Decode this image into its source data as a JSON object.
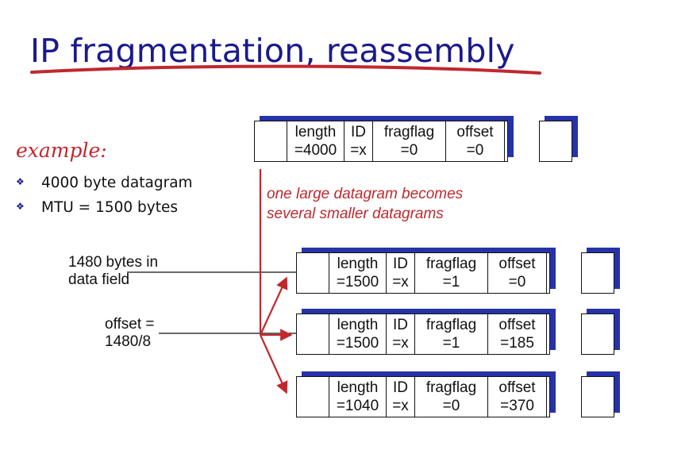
{
  "slide": {
    "title": "IP fragmentation, reassembly",
    "example_label": "example:",
    "bullets": [
      "4000 byte datagram",
      "MTU = 1500 bytes"
    ],
    "note": [
      "one large datagram becomes",
      "several smaller datagrams"
    ],
    "annotations": {
      "data_field": [
        "1480 bytes in",
        "data field"
      ],
      "offset": [
        "offset =",
        "1480/8"
      ]
    }
  },
  "datagrams": [
    {
      "length": [
        "length",
        "=4000"
      ],
      "id": [
        "ID",
        "=x"
      ],
      "fragflag": [
        "fragflag",
        "=0"
      ],
      "offset": [
        "offset",
        "=0"
      ]
    },
    {
      "length": [
        "length",
        "=1500"
      ],
      "id": [
        "ID",
        "=x"
      ],
      "fragflag": [
        "fragflag",
        "=1"
      ],
      "offset": [
        "offset",
        "=0"
      ]
    },
    {
      "length": [
        "length",
        "=1500"
      ],
      "id": [
        "ID",
        "=x"
      ],
      "fragflag": [
        "fragflag",
        "=1"
      ],
      "offset": [
        "offset",
        "=185"
      ]
    },
    {
      "length": [
        "length",
        "=1040"
      ],
      "id": [
        "ID",
        "=x"
      ],
      "fragflag": [
        "fragflag",
        "=0"
      ],
      "offset": [
        "offset",
        "=370"
      ]
    }
  ],
  "colors": {
    "title": "#1a1a8c",
    "accent": "#c0282d",
    "shadow": "#2633a8"
  }
}
